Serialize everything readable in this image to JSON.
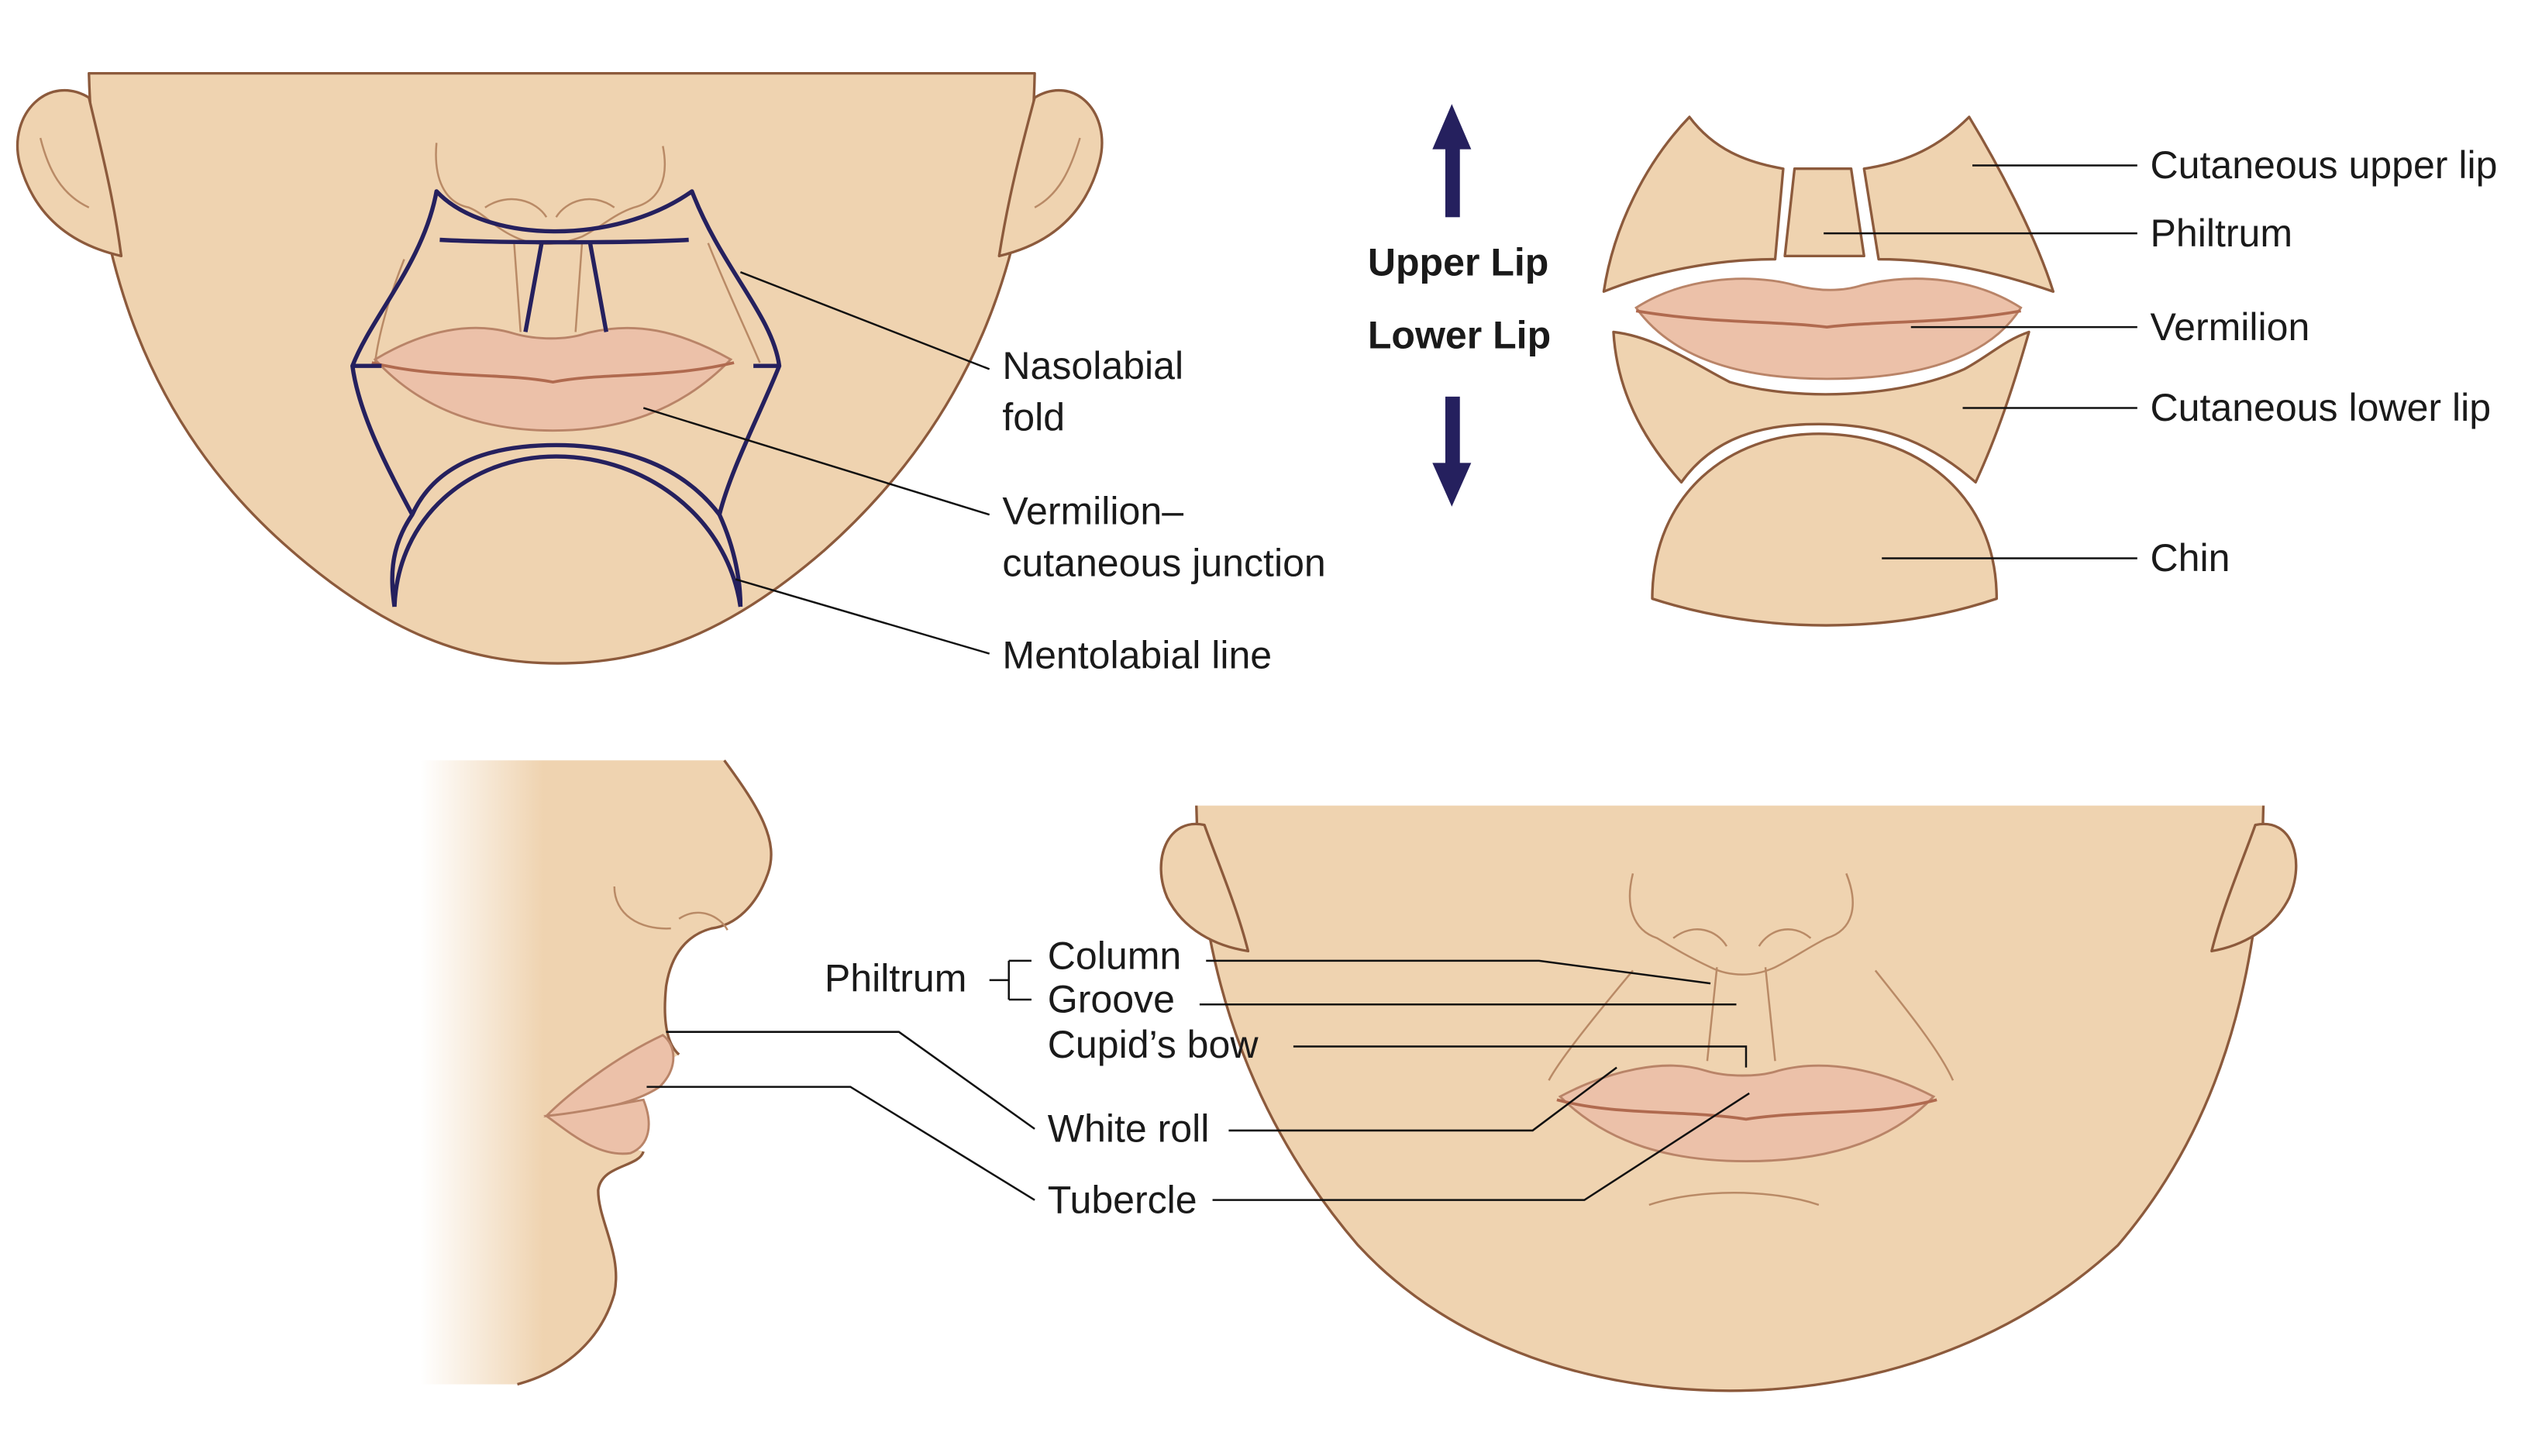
{
  "colors": {
    "skin": "#efd3b0",
    "skin_outline": "#8c5a3c",
    "lip": "#ecc1a9",
    "zone_outline": "#25205e",
    "arrow": "#25205e"
  },
  "panel_frontal_zones": {
    "nasolabial_fold": [
      "Nasolabial",
      "fold"
    ],
    "vermilion_cutaneous_junction": [
      "Vermilion–",
      "cutaneous junction"
    ],
    "mentolabial_line": "Mentolabial line"
  },
  "panel_subunits": {
    "upper_lip_label": "Upper Lip",
    "lower_lip_label": "Lower Lip",
    "cutaneous_upper_lip": "Cutaneous upper lip",
    "philtrum": "Philtrum",
    "vermilion": "Vermilion",
    "cutaneous_lower_lip": "Cutaneous lower lip",
    "chin": "Chin"
  },
  "panel_landmarks": {
    "philtrum": "Philtrum",
    "column": "Column",
    "groove": "Groove",
    "cupids_bow": "Cupid’s bow",
    "white_roll": "White roll",
    "tubercle": "Tubercle"
  }
}
